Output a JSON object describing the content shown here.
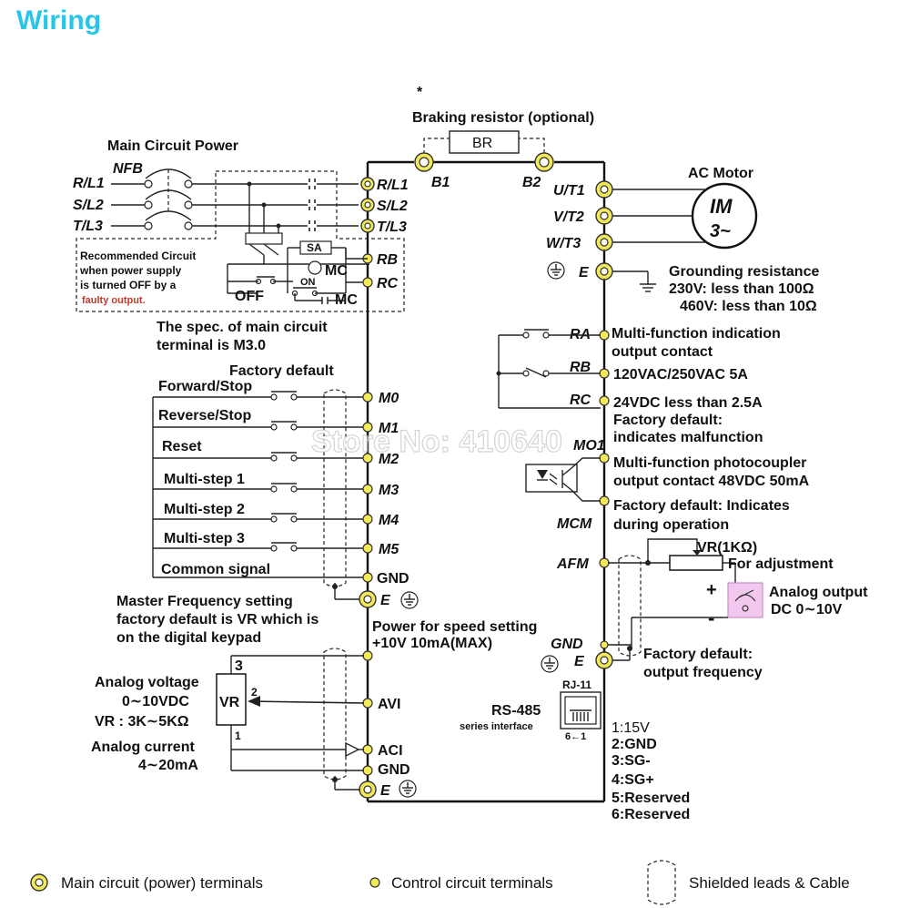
{
  "title": "Wiring",
  "watermark": "Store No: 410640",
  "braking": {
    "asterisk": "*",
    "label": "Braking resistor (optional)",
    "resistor": "BR",
    "b1": "B1",
    "b2": "B2"
  },
  "main_power": {
    "label": "Main Circuit Power",
    "nfb": "NFB",
    "inputs": [
      "R/L1",
      "S/L2",
      "T/L3"
    ],
    "terminals": [
      "R/L1",
      "S/L2",
      "T/L3"
    ],
    "recommended": [
      "Recommended Circuit",
      "when power supply",
      "is turned OFF by a",
      "faulty output."
    ],
    "sa": "SA",
    "mc": "MC",
    "off": "OFF",
    "on": "ON",
    "mc2": "MC",
    "rb": "RB",
    "rc": "RC",
    "spec": [
      "The spec. of main circuit",
      "terminal is M3.0"
    ]
  },
  "motor": {
    "label": "AC Motor",
    "im": "IM",
    "phase": "3~",
    "terminals": [
      "U/T1",
      "V/T2",
      "W/T3"
    ],
    "e": "E"
  },
  "grounding": [
    "Grounding resistance",
    "230V: less than 100Ω",
    "460V: less than 10Ω"
  ],
  "relay": {
    "terminals": [
      "RA",
      "RB",
      "RC"
    ],
    "desc": [
      "Multi-function indication",
      "output contact",
      "120VAC/250VAC  5A",
      "24VDC  less than 2.5A",
      "Factory default:",
      "indicates malfunction"
    ]
  },
  "photo": {
    "terminals": [
      "MO1",
      "MCM"
    ],
    "desc": [
      "Multi-function  photocoupler",
      "output contact 48VDC 50mA",
      "Factory default: Indicates",
      "during operation"
    ]
  },
  "inputs": {
    "factory_default": "Factory default",
    "labels": [
      "Forward/Stop",
      "Reverse/Stop",
      "Reset",
      "Multi-step 1",
      "Multi-step 2",
      "Multi-step 3",
      "Common signal"
    ],
    "terminals": [
      "M0",
      "M1",
      "M2",
      "M3",
      "M4",
      "M5",
      "GND"
    ],
    "e": "E"
  },
  "master_freq": [
    "Master Frequency setting",
    "factory default is VR which is",
    "on the digital keypad"
  ],
  "power_speed": [
    "Power for speed setting",
    "+10V 10mA(MAX)"
  ],
  "analog": {
    "voltage": [
      "Analog voltage",
      "0∼10VDC",
      "VR : 3K∼5KΩ"
    ],
    "vr": "VR",
    "pins": [
      "3",
      "2",
      "1"
    ],
    "current": [
      "Analog current",
      "4∼20mA"
    ],
    "terminals": [
      "AVI",
      "ACI",
      "GND",
      "E"
    ]
  },
  "afm": {
    "terminal": "AFM",
    "gnd": "GND",
    "e": "E",
    "vr": "VR(1KΩ)",
    "adjust": "For adjustment",
    "output": [
      "Analog output",
      "DC 0∼10V"
    ],
    "plus": "+",
    "minus": "-",
    "default": [
      "Factory default:",
      "output frequency"
    ]
  },
  "rs485": {
    "label": "RS-485",
    "sub": "series interface",
    "rj": "RJ-11",
    "pins_label": "6←1",
    "pins": [
      "1:15V",
      "2:GND",
      "3:SG-",
      "4:SG+",
      "5:Reserved",
      "6:Reserved"
    ]
  },
  "legend": [
    "Main circuit (power) terminals",
    "Control circuit terminals",
    "Shielded leads & Cable"
  ]
}
